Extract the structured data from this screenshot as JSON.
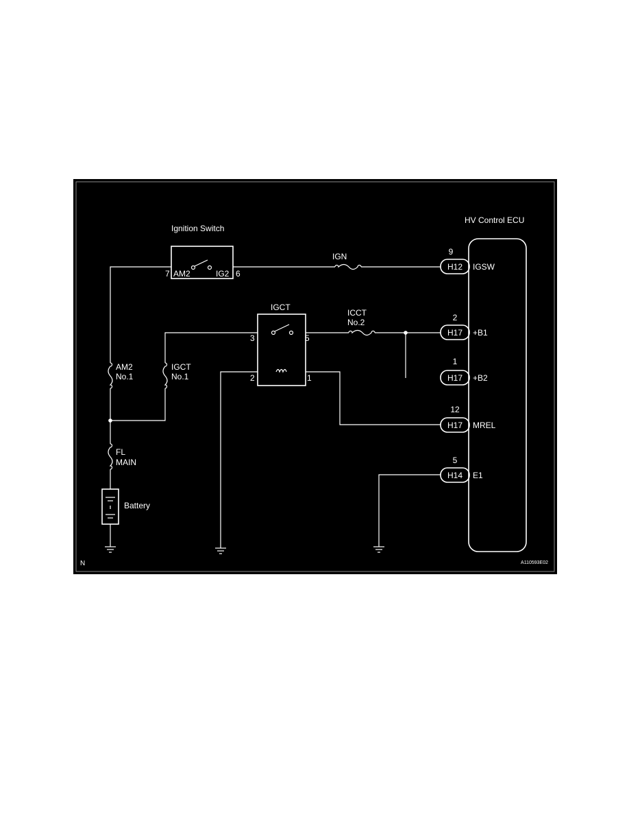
{
  "diagram": {
    "colors": {
      "background": "#000000",
      "line": "#ffffff",
      "frame": "#8a8a8a"
    },
    "components": {
      "ignition_switch": {
        "title": "Ignition Switch",
        "pin_left_num": "7",
        "pin_left_name": "AM2",
        "pin_right_name": "IG2",
        "pin_right_num": "6"
      },
      "igct_relay": {
        "title": "IGCT",
        "pin3": "3",
        "pin5": "5",
        "pin2": "2",
        "pin1": "1"
      },
      "ecu": {
        "title": "HV Control ECU"
      },
      "battery": {
        "label": "Battery"
      }
    },
    "fuses": {
      "ign": "IGN",
      "icct_line1": "ICCT",
      "icct_line2": "No.2",
      "am2_line1": "AM2",
      "am2_line2": "No.1",
      "igct_line1": "IGCT",
      "igct_line2": "No.1",
      "fl_line1": "FL",
      "fl_line2": "MAIN"
    },
    "connectors": [
      {
        "pin": "9",
        "code": "H12",
        "signal": "IGSW"
      },
      {
        "pin": "2",
        "code": "H17",
        "signal": "+B1"
      },
      {
        "pin": "1",
        "code": "H17",
        "signal": "+B2"
      },
      {
        "pin": "12",
        "code": "H17",
        "signal": "MREL"
      },
      {
        "pin": "5",
        "code": "H14",
        "signal": "E1"
      }
    ],
    "corner_left": "N",
    "figure_code": "A110593E02"
  }
}
